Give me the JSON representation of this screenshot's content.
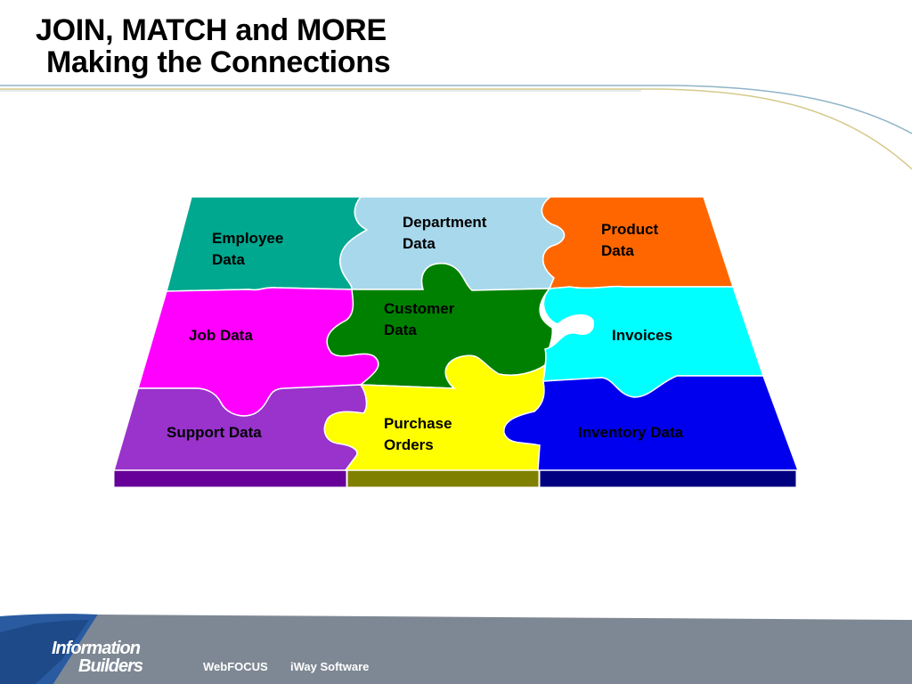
{
  "slide": {
    "title_line1": "JOIN, MATCH and MORE",
    "title_line2": "Making the Connections"
  },
  "puzzle": {
    "pieces": [
      {
        "id": "employee",
        "label": "Employee\nData",
        "color": "#00A88F"
      },
      {
        "id": "department",
        "label": "Department\nData",
        "color": "#A8D8EC"
      },
      {
        "id": "product",
        "label": "Product\nData",
        "color": "#FF6600"
      },
      {
        "id": "job",
        "label": "Job Data",
        "color": "#FF00FF"
      },
      {
        "id": "customer",
        "label": "Customer\nData",
        "color": "#008000"
      },
      {
        "id": "invoices",
        "label": "Invoices",
        "color": "#00FFFF"
      },
      {
        "id": "support",
        "label": "Support Data",
        "color": "#9933CC"
      },
      {
        "id": "purchase",
        "label": "Purchase\nOrders",
        "color": "#FFFF00"
      },
      {
        "id": "inventory",
        "label": "Inventory Data",
        "color": "#0000EE"
      }
    ],
    "base_colors": [
      "#660099",
      "#808000",
      "#000080"
    ]
  },
  "footer": {
    "logo_line1": "Information",
    "logo_line2": "Builders",
    "products": [
      "WebFOCUS",
      "iWay Software"
    ]
  }
}
